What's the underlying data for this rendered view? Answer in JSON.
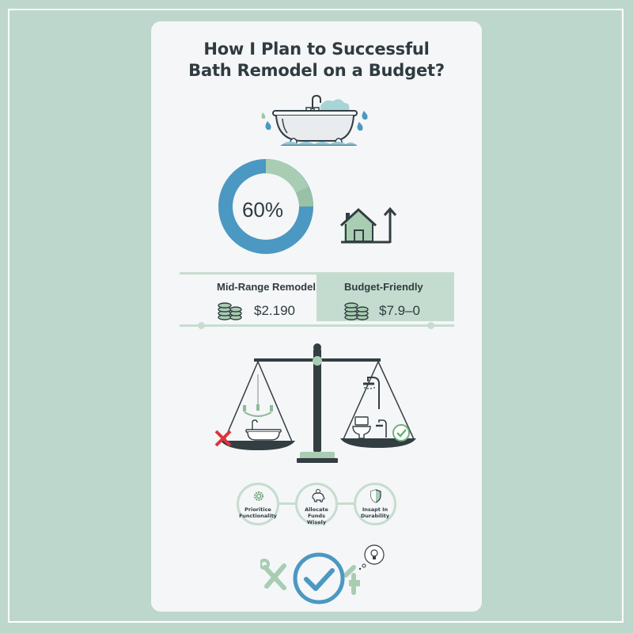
{
  "title": {
    "line1": "How I Plan to Successful",
    "line2": "Bath Remodel on a Budget?"
  },
  "icons": {
    "hero": "bathtub-icon",
    "growth": "house-growth-icon",
    "coins": "coins-icon",
    "scale": "balance-scale-icon",
    "cross": "cross-icon",
    "check": "check-circle-icon",
    "confirm": "big-checkmark-icon",
    "tools": "tools-icon",
    "idea": "lightbulb-thought-icon"
  },
  "donut": {
    "label": "60%",
    "segments": [
      {
        "name": "primary",
        "percent": 75,
        "color": "#4b98c2"
      },
      {
        "name": "secondary-light",
        "percent": 14,
        "color": "#a9cdb3"
      },
      {
        "name": "secondary-dark",
        "percent": 11,
        "color": "#98c1a6"
      }
    ]
  },
  "comparison": {
    "options": [
      {
        "title": "Mid-Range Remodel",
        "price": "$2.190"
      },
      {
        "title": "Budget-Friendly",
        "price": "$7.9–0"
      }
    ]
  },
  "scale": {
    "left_items": [
      "chandelier",
      "clawfoot-bathtub"
    ],
    "right_items": [
      "shower-head",
      "toilet",
      "shower-head-small"
    ],
    "left_verdict": "reject",
    "right_verdict": "approve"
  },
  "steps": [
    {
      "label_line1": "Prioritice",
      "label_line2": "Functionality",
      "icon": "gear-icon"
    },
    {
      "label_line1": "Allocate Funds",
      "label_line2": "Wisely",
      "icon": "piggy-bank-icon"
    },
    {
      "label_line1": "Insapt In",
      "label_line2": "Durability",
      "icon": "shield-icon"
    }
  ],
  "colors": {
    "background": "#bdd7cc",
    "card": "#f4f6f7",
    "text": "#2f3b40",
    "blue": "#4b98c2",
    "green": "#a9cdb3",
    "red": "#e0333b",
    "dark": "#333e43"
  }
}
